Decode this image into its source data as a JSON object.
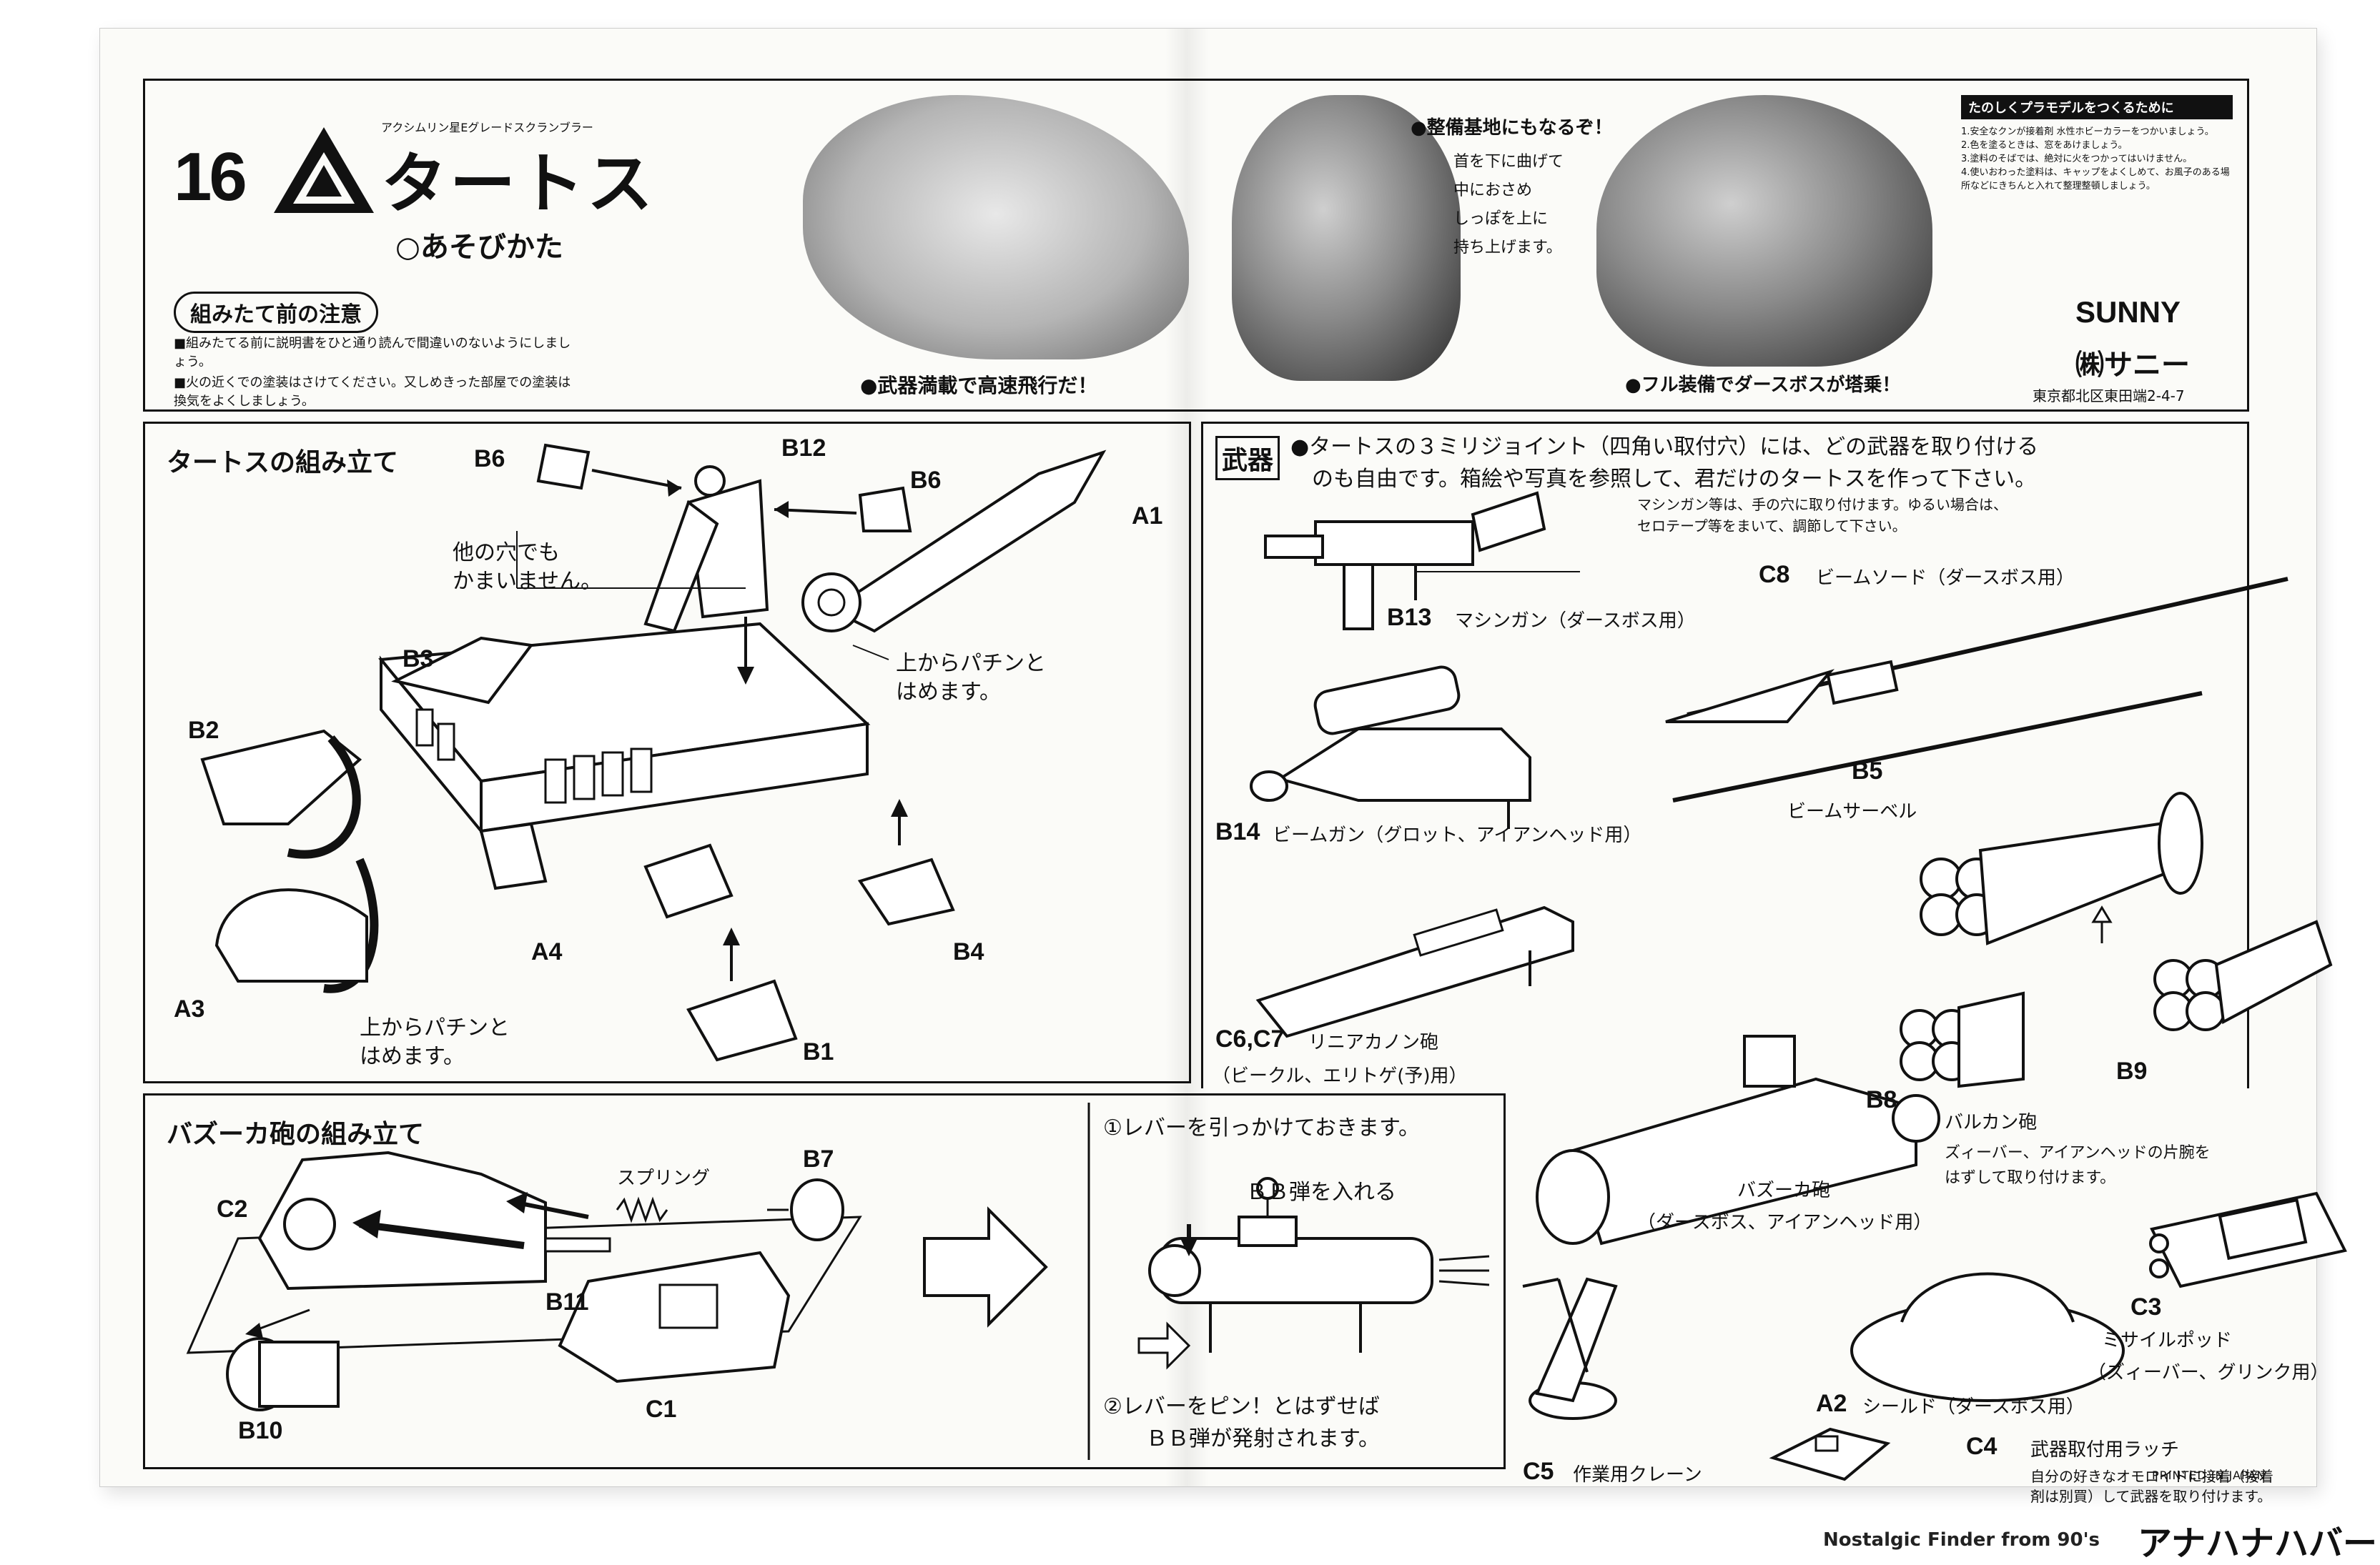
{
  "header": {
    "number": "16",
    "emblem": "triangle-a-emblem",
    "title": "タートス",
    "subtitle_ruby": "アクシムリン星Eグレードスクランブラー",
    "play_guide": "○あそびかた",
    "caution_title": "組みたて前の注意",
    "caution_items": [
      "■組みたてる前に説明書をひと通り読んで間違いのないようにしましょう。",
      "■火の近くでの塗装はさけてください。又しめきった部屋での塗装は換気をよくしましょう。"
    ],
    "photo_caption_1": "●武器満載で高速飛行だ！",
    "photo_caption_2": "●整備基地にもなるぞ！",
    "photo_note_2": [
      "首を下に曲げて",
      "中におさめ",
      "しっぽを上に",
      "持ち上げます。"
    ],
    "photo_caption_3": "●フル装備でダースボスが塔乗！",
    "safety_title": "たのしくプラモデルをつくるために",
    "safety_items": [
      "1.安全なクンが接着剤 水性ホビーカラーをつかいましょう。",
      "2.色を塗るときは、窓をあけましょう。",
      "3.塗料のそばでは、絶対に火をつかってはいけません。",
      "4.使いおわった塗料は、キャップをよくしめて、お風子のある場所などにきちんと入れて整理整頓しましょう。"
    ],
    "brand": "SUNNY",
    "company": "㈱サニー",
    "address": "東京都北区東田端2-4-7"
  },
  "assembly": {
    "title": "タートスの組み立て",
    "parts": [
      "B6",
      "B12",
      "B6",
      "A1",
      "B3",
      "B2",
      "A3",
      "A4",
      "B4",
      "B1"
    ],
    "note_hole": [
      "他の穴でも",
      "かまいません。"
    ],
    "note_snap_1": [
      "上からパチンと",
      "はめます。"
    ],
    "note_snap_2": [
      "上からパチンと",
      "はめます。"
    ]
  },
  "bazooka": {
    "title": "バズーカ砲の組み立て",
    "parts": [
      "C2",
      "B7",
      "B11",
      "B10",
      "C1"
    ],
    "spring_label": "スプリング",
    "step1": "①レバーを引っかけておきます。",
    "bb_insert": "ＢＢ弾を入れる",
    "step2_line1": "②レバーをピン！とはずせば",
    "step2_line2": "ＢＢ弾が発射されます。"
  },
  "weapons": {
    "title": "武器",
    "intro_line1": "●タートスの３ミリジョイント（四角い取付穴）には、どの武器を取り付ける",
    "intro_line2": "のも自由です。箱絵や写真を参照して、君だけのタートスを作って下さい。",
    "tape_note_line1": "マシンガン等は、手の穴に取り付けます。ゆるい場合は、",
    "tape_note_line2": "セロテープ等をまいて、調節して下さい。",
    "items": [
      {
        "code": "B13",
        "name": "マシンガン（ダースボス用）"
      },
      {
        "code": "C8",
        "name": "ビームソード（ダースボス用）"
      },
      {
        "code": "B14",
        "name": "ビームガン（グロット、アイアンヘッド用）"
      },
      {
        "code": "B5",
        "name": "ビームサーベル"
      },
      {
        "code": "C6,C7",
        "name": "リニアカノン砲"
      },
      {
        "code": "",
        "name": "（ビークル、エリトゲ(予)用）"
      },
      {
        "code": "B8",
        "name": ""
      },
      {
        "code": "B9",
        "name": "バルカン砲"
      },
      {
        "code": "",
        "name": "ズィーバー、アイアンヘッドの片腕を"
      },
      {
        "code": "",
        "name": "はずして取り付けます。"
      },
      {
        "code": "",
        "name": "バズーカ砲"
      },
      {
        "code": "",
        "name": "（ダースボス、アイアンヘッド用）"
      },
      {
        "code": "C3",
        "name": "ミサイルポッド"
      },
      {
        "code": "",
        "name": "（ズィーバー、グリンク用）"
      },
      {
        "code": "A2",
        "name": "シールド（ダースボス用）"
      },
      {
        "code": "C4",
        "name": "武器取付用ラッチ"
      },
      {
        "code": "C5",
        "name": "作業用クレーン"
      }
    ],
    "latch_note_line1": "自分の好きなオモロイドに接着（接着",
    "latch_note_line2": "剤は別買）して武器を取り付けます。"
  },
  "footer": {
    "printed": "PRINTED IN JAPAN",
    "watermark_en": "Nostalgic Finder from 90's",
    "watermark_jp": "アナハナハバー"
  }
}
